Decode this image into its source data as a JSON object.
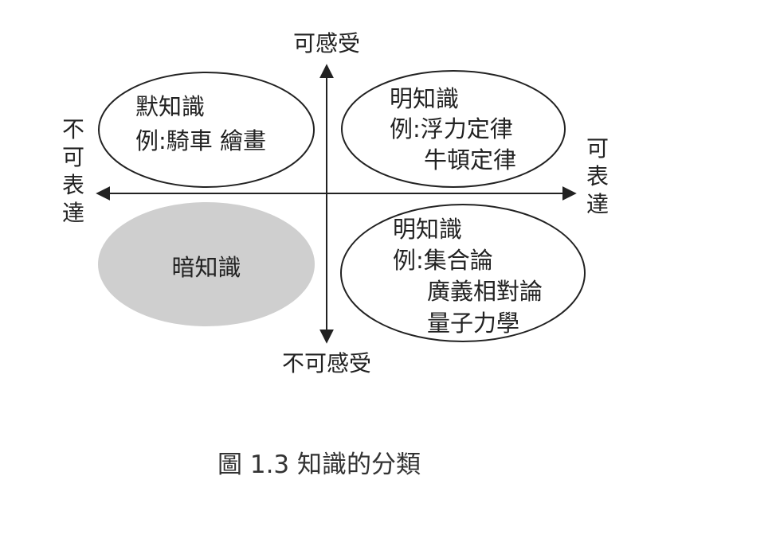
{
  "axes": {
    "top": "可感受",
    "bottom": "不可感受",
    "left": [
      "不",
      "可",
      "表",
      "達"
    ],
    "right": [
      "可",
      "表",
      "達"
    ]
  },
  "quadrants": {
    "top_left": {
      "title": "默知識",
      "lines": [
        "例:騎車 繪畫"
      ]
    },
    "top_right": {
      "title": "明知識",
      "lines": [
        "例:浮力定律",
        "牛頓定律"
      ]
    },
    "bottom_left": {
      "title": "暗知識",
      "lines": []
    },
    "bottom_right": {
      "title": "明知識",
      "lines": [
        "例:集合論",
        "廣義相對論",
        "量子力學"
      ]
    }
  },
  "caption": "圖 1.3 知識的分類",
  "colors": {
    "line": "#222222",
    "dark_fill": "#cfcfcf",
    "background": "#ffffff"
  }
}
